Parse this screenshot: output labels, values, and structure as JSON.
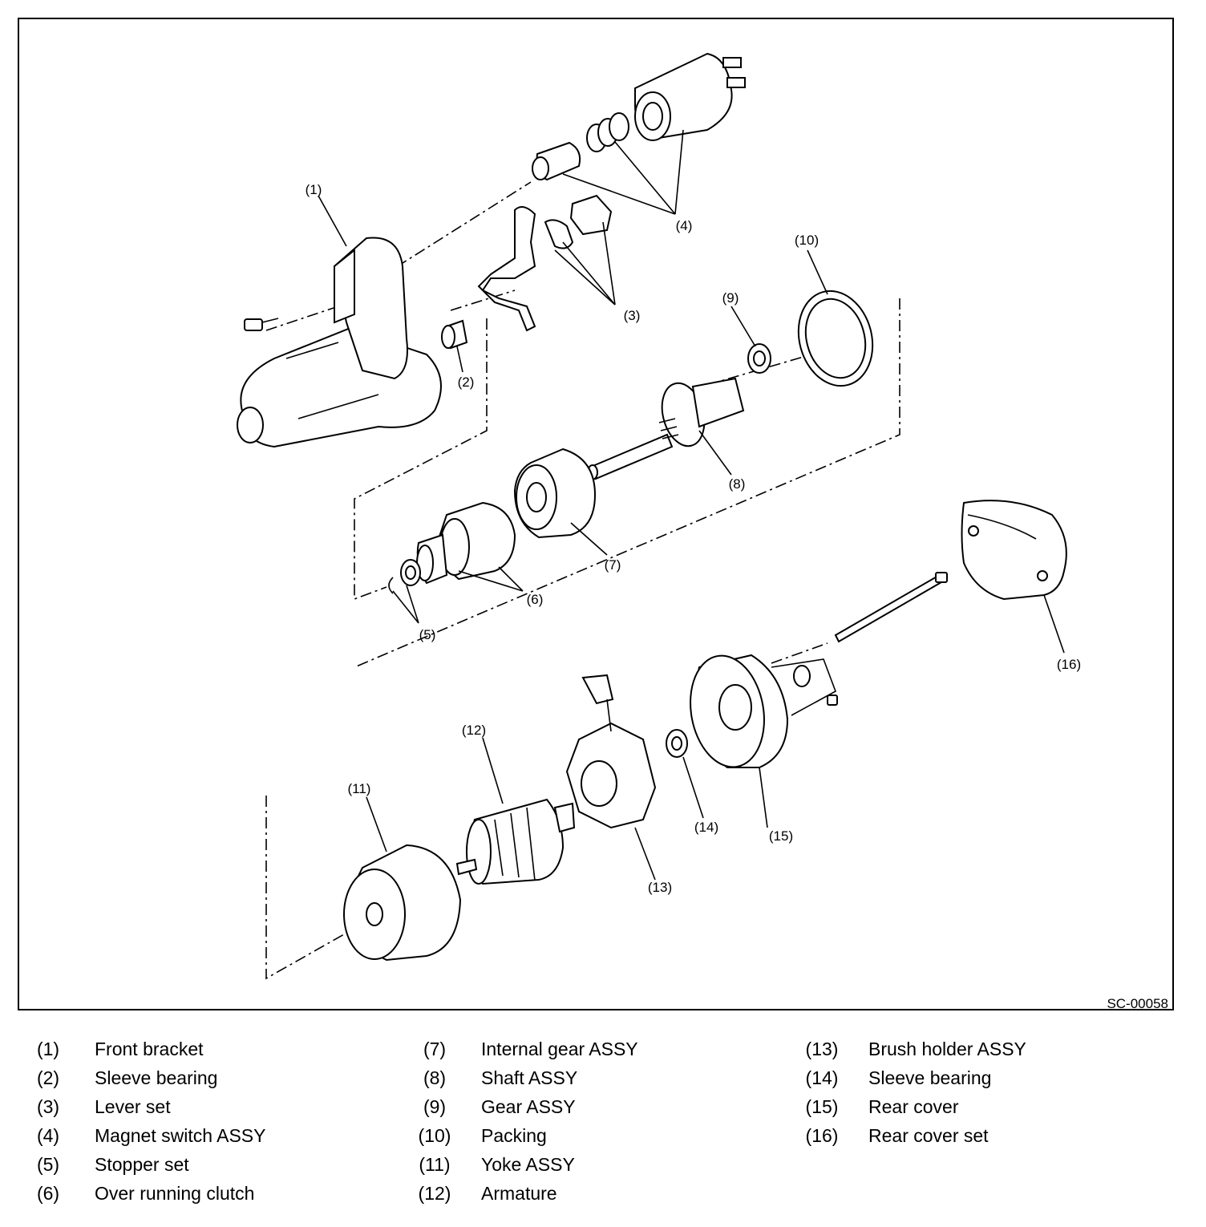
{
  "diagram": {
    "code": "SC-00058",
    "callouts": [
      "(1)",
      "(2)",
      "(3)",
      "(4)",
      "(5)",
      "(6)",
      "(7)",
      "(8)",
      "(9)",
      "(10)",
      "(11)",
      "(12)",
      "(13)",
      "(14)",
      "(15)",
      "(16)"
    ]
  },
  "legend": {
    "columns": [
      [
        {
          "num": "(1)",
          "label": "Front bracket"
        },
        {
          "num": "(2)",
          "label": "Sleeve bearing"
        },
        {
          "num": "(3)",
          "label": "Lever set"
        },
        {
          "num": "(4)",
          "label": "Magnet switch ASSY"
        },
        {
          "num": "(5)",
          "label": "Stopper set"
        },
        {
          "num": "(6)",
          "label": "Over running clutch"
        }
      ],
      [
        {
          "num": "(7)",
          "label": "Internal gear ASSY"
        },
        {
          "num": "(8)",
          "label": "Shaft ASSY"
        },
        {
          "num": "(9)",
          "label": "Gear ASSY"
        },
        {
          "num": "(10)",
          "label": "Packing"
        },
        {
          "num": "(11)",
          "label": "Yoke ASSY"
        },
        {
          "num": "(12)",
          "label": "Armature"
        }
      ],
      [
        {
          "num": "(13)",
          "label": "Brush holder ASSY"
        },
        {
          "num": "(14)",
          "label": "Sleeve bearing"
        },
        {
          "num": "(15)",
          "label": "Rear cover"
        },
        {
          "num": "(16)",
          "label": "Rear cover set"
        }
      ]
    ]
  }
}
